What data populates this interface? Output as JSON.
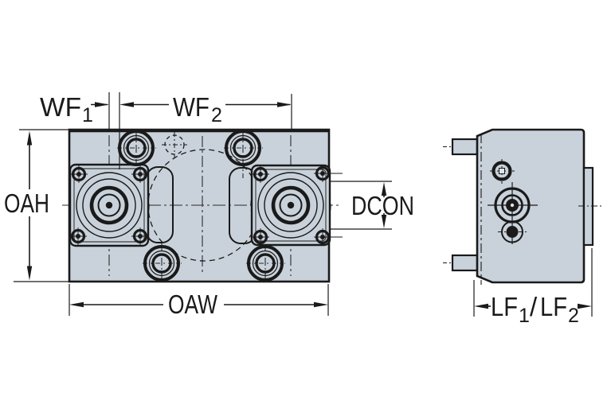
{
  "page": {
    "background": "#ffffff"
  },
  "diagram": {
    "type": "engineering-dimension-drawing",
    "views": [
      "front-view",
      "side-view"
    ],
    "colors": {
      "body_fill": "#c9d2db",
      "line": "#1a1a1a",
      "centerline": "#2a2a2a",
      "background": "#ffffff"
    },
    "dimension_labels": {
      "wf1": {
        "base": "WF",
        "sub": "1"
      },
      "wf2": {
        "base": "WF",
        "sub": "2"
      },
      "oah": "OAH",
      "dcon": "DCON",
      "oaw": "OAW",
      "lf": {
        "base1": "LF",
        "sub1": "1",
        "slash": "/",
        "base2": "LF",
        "sub2": "2"
      }
    }
  }
}
